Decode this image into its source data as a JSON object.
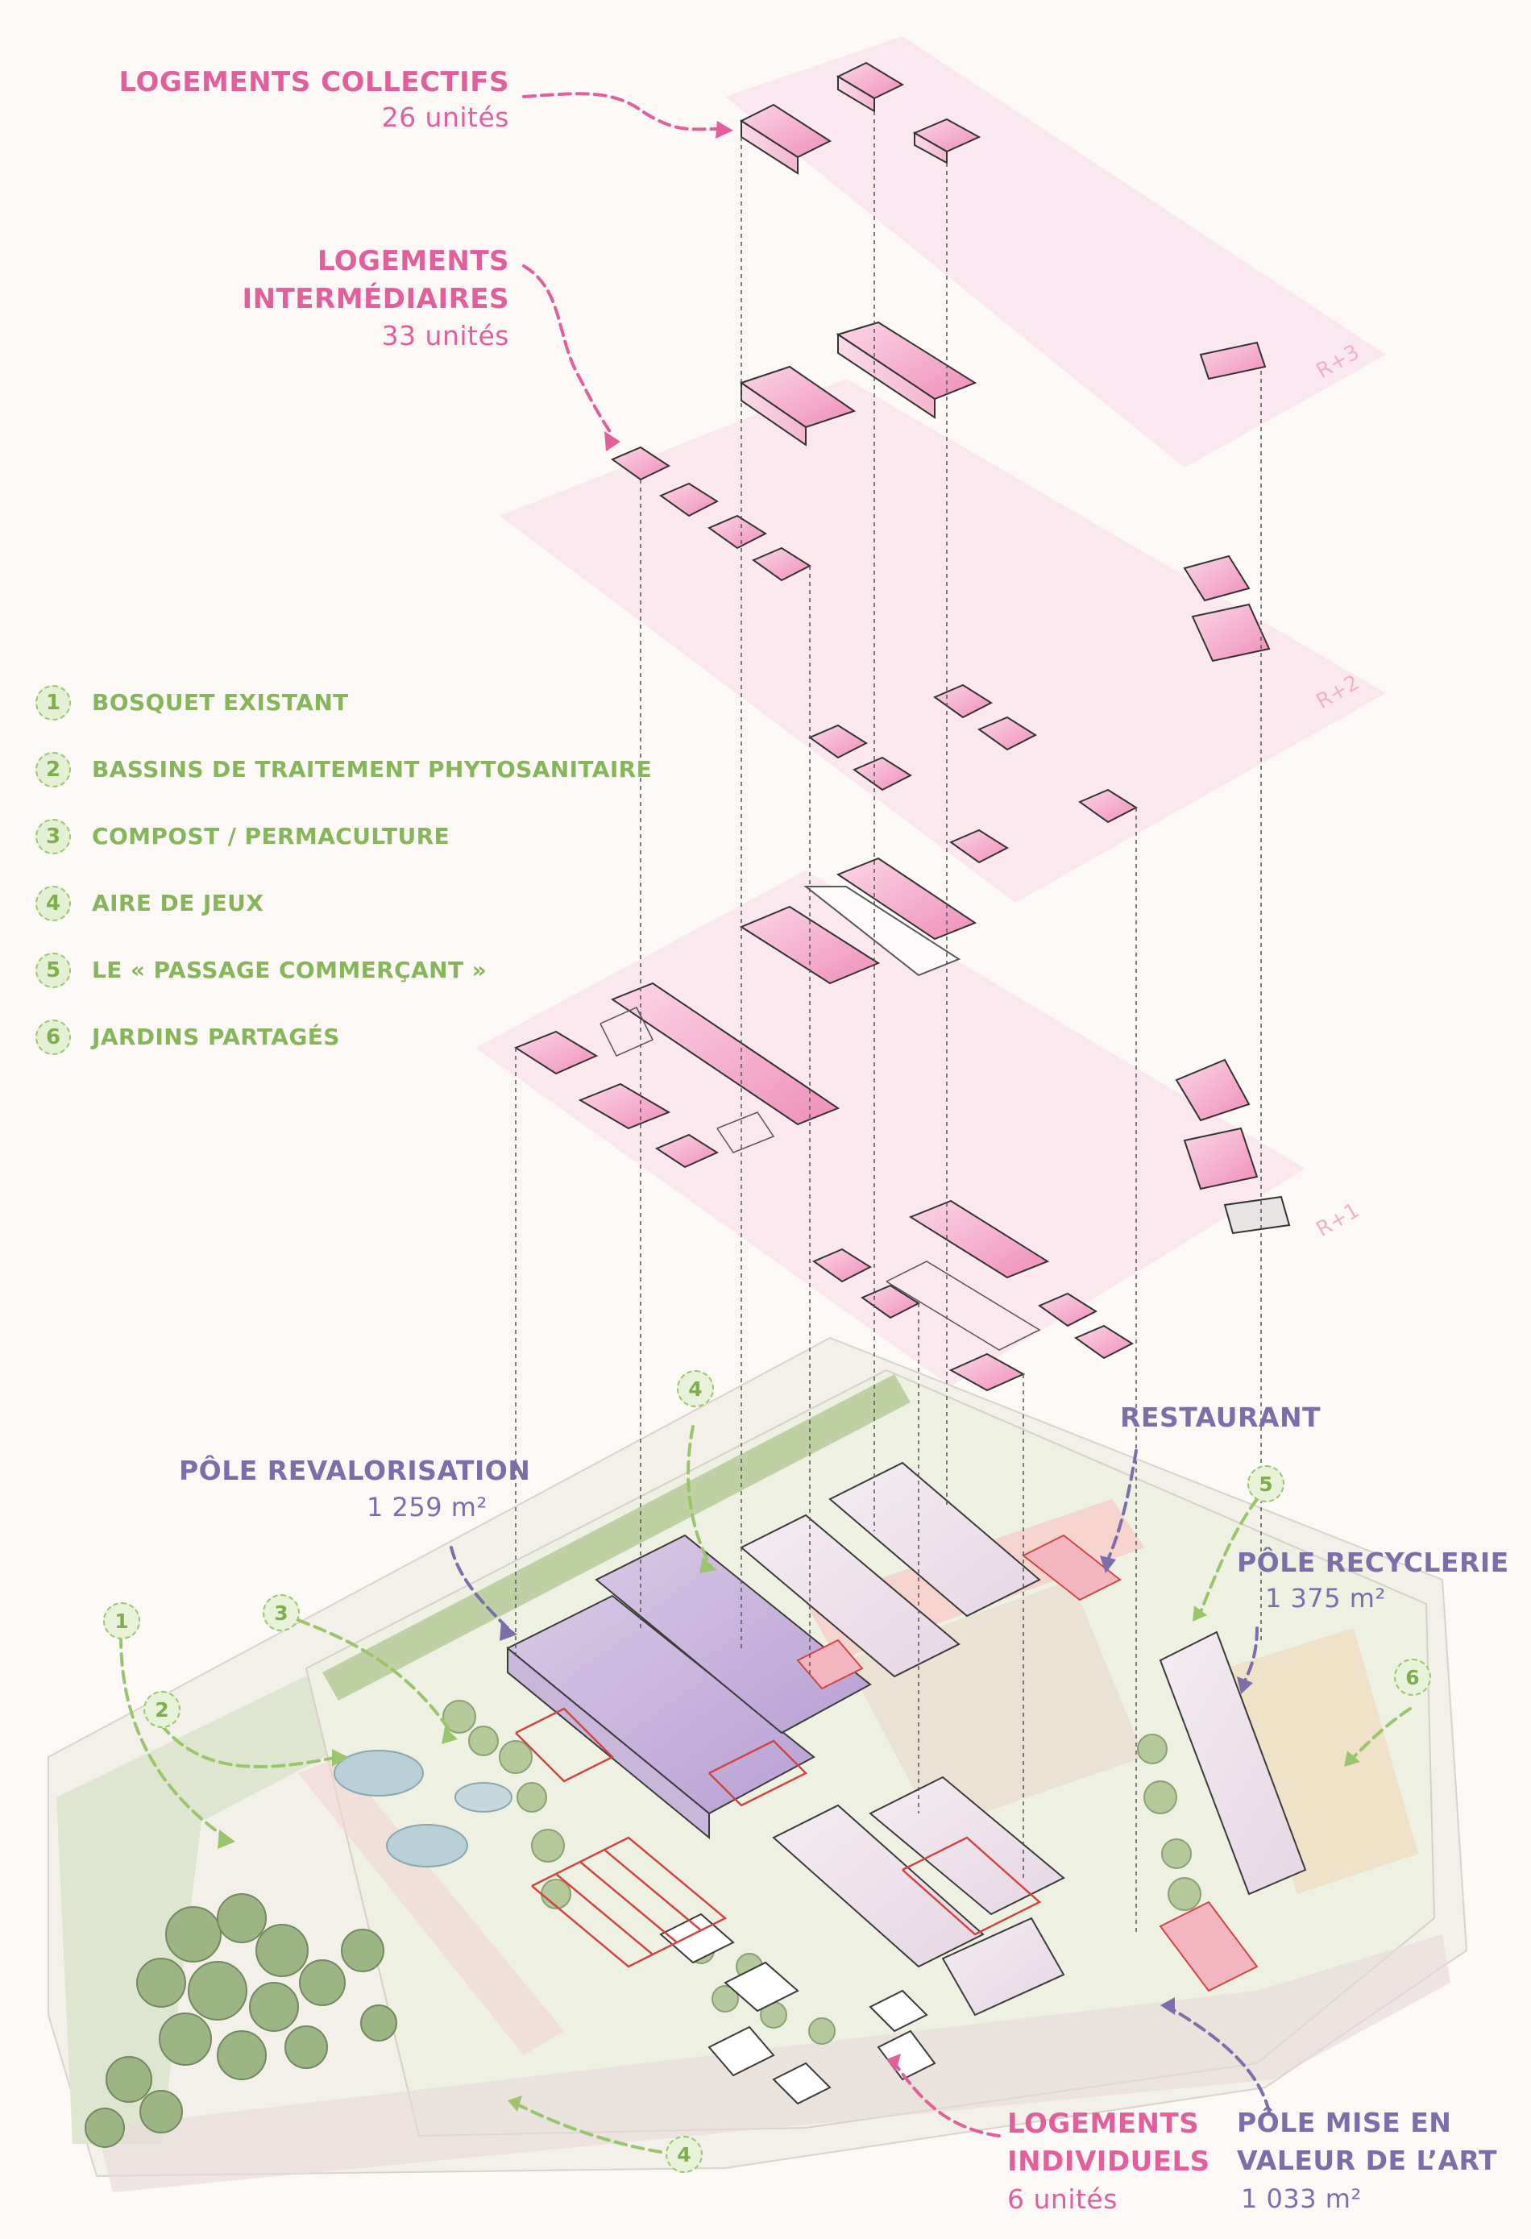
{
  "labels": {
    "collectifs": {
      "title": "LOGEMENTS COLLECTIFS",
      "sub": "26 unités"
    },
    "intermediaires": {
      "title_1": "LOGEMENTS",
      "title_2": "INTERMÉDIAIRES",
      "sub": "33 unités"
    },
    "revalorisation": {
      "title": "PÔLE REVALORISATION",
      "sub": "1 259 m²"
    },
    "restaurant": {
      "title": "RESTAURANT"
    },
    "recyclerie": {
      "title": "PÔLE RECYCLERIE",
      "sub": "1 375 m²"
    },
    "individuels": {
      "title_1": "LOGEMENTS",
      "title_2": "INDIVIDUELS",
      "sub": "6 unités"
    },
    "mise_en_valeur": {
      "title_1": "PÔLE MISE EN",
      "title_2": "VALEUR DE L’ART",
      "sub": "1 033 m²"
    }
  },
  "levels": [
    "R+3",
    "R+2",
    "R+1"
  ],
  "legend": [
    {
      "num": "1",
      "text": "BOSQUET EXISTANT"
    },
    {
      "num": "2",
      "text": "BASSINS DE TRAITEMENT PHYTOSANITAIRE"
    },
    {
      "num": "3",
      "text": "COMPOST / PERMACULTURE"
    },
    {
      "num": "4",
      "text": "AIRE DE JEUX"
    },
    {
      "num": "5",
      "text": "LE « PASSAGE COMMERÇANT »"
    },
    {
      "num": "6",
      "text": "JARDINS PARTAGÉS"
    }
  ],
  "map_markers": [
    "1",
    "2",
    "3",
    "4",
    "5",
    "6",
    "4"
  ],
  "colors": {
    "pink": "#e35f9b",
    "violet": "#7b6eaa",
    "green": "#86b55a",
    "red": "#d2453f"
  }
}
